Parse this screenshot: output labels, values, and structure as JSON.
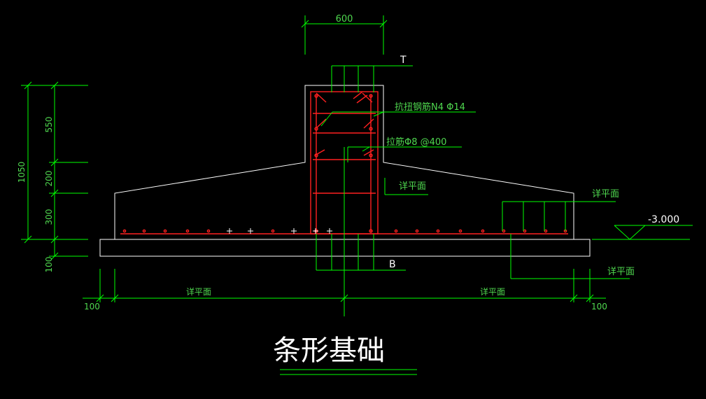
{
  "title": "条形基础",
  "colors": {
    "background": "#000000",
    "outline": "#ffffff",
    "dimension": "#00ff00",
    "rebar": "#ff2020"
  },
  "dimensions": {
    "top_width": "600",
    "total_height": "1050",
    "seg_550": "550",
    "seg_200": "200",
    "seg_300": "300",
    "seg_100": "100",
    "left_margin": "100",
    "right_margin": "100",
    "left_span": "详平面",
    "right_span": "详平面"
  },
  "labels": {
    "T": "T",
    "B": "B",
    "torsion_rebar": "抗扭钢筋N4 Φ14",
    "tie_rebar": "拉筋Φ8 @400",
    "see_plan_1": "详平面",
    "see_plan_2": "详平面",
    "see_plan_3": "详平面",
    "elevation": "-3.000"
  }
}
